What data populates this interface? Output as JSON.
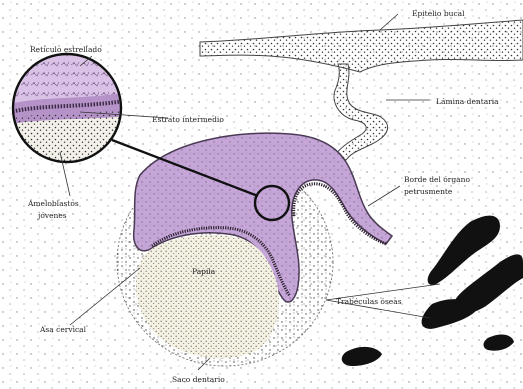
{
  "labels": {
    "epitelio_bucal": "Epitelio bucal",
    "reticulo_estrellado": "Retículo estrellado",
    "estrato_intermedio": "Estrato intermedio",
    "lamina_dentaria": "Lámina dentaria",
    "borde_organo": "Borde del órgano",
    "borde_organo_2": "petrusmente",
    "ameloblastos": "Ameloblastos",
    "ameloblastos_2": "jóvenes",
    "papila": "Papila",
    "trabeculas_oseas": "Trabéculas óseas",
    "asa_cervical": "Asa cervical",
    "saco_dentario": "Saco dentario"
  },
  "colors": {
    "tissue_purple": "#c6a6d8",
    "outline": "#4a3a55",
    "bone": "#111111",
    "dots": "#3a3a3a"
  }
}
